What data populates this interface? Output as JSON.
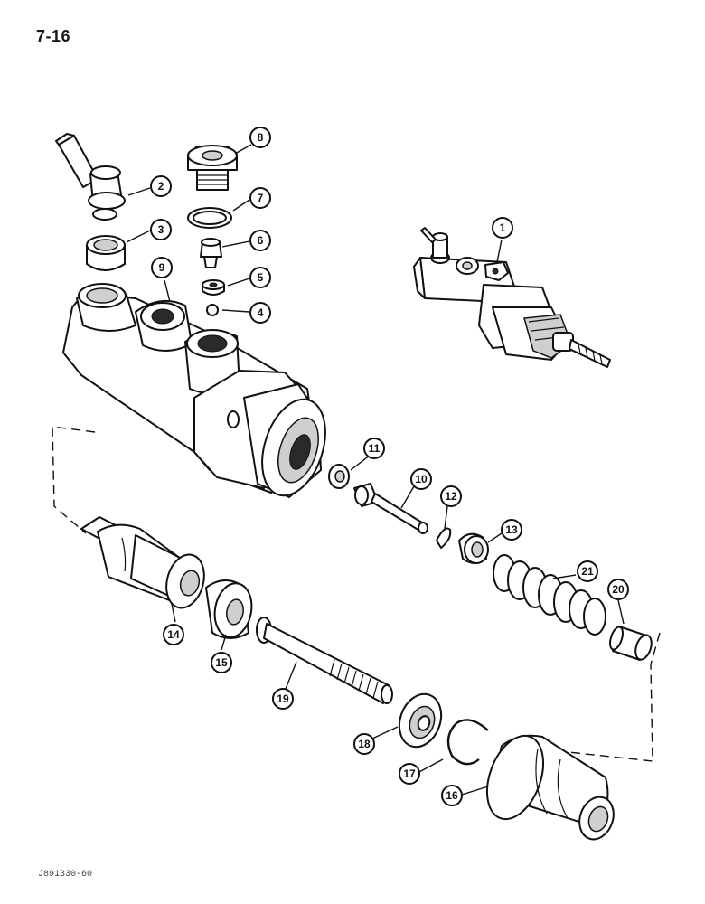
{
  "page": {
    "page_number": "7-16",
    "footer_code": "J891330-60"
  },
  "callouts": [
    {
      "id": "1",
      "label": "1"
    },
    {
      "id": "2",
      "label": "2"
    },
    {
      "id": "3",
      "label": "3"
    },
    {
      "id": "4",
      "label": "4"
    },
    {
      "id": "5",
      "label": "5"
    },
    {
      "id": "6",
      "label": "6"
    },
    {
      "id": "7",
      "label": "7"
    },
    {
      "id": "8",
      "label": "8"
    },
    {
      "id": "9",
      "label": "9"
    },
    {
      "id": "10",
      "label": "10"
    },
    {
      "id": "11",
      "label": "11"
    },
    {
      "id": "12",
      "label": "12"
    },
    {
      "id": "13",
      "label": "13"
    },
    {
      "id": "14",
      "label": "14"
    },
    {
      "id": "15",
      "label": "15"
    },
    {
      "id": "16",
      "label": "16"
    },
    {
      "id": "17",
      "label": "17"
    },
    {
      "id": "18",
      "label": "18"
    },
    {
      "id": "19",
      "label": "19"
    },
    {
      "id": "20",
      "label": "20"
    },
    {
      "id": "21",
      "label": "21"
    }
  ]
}
